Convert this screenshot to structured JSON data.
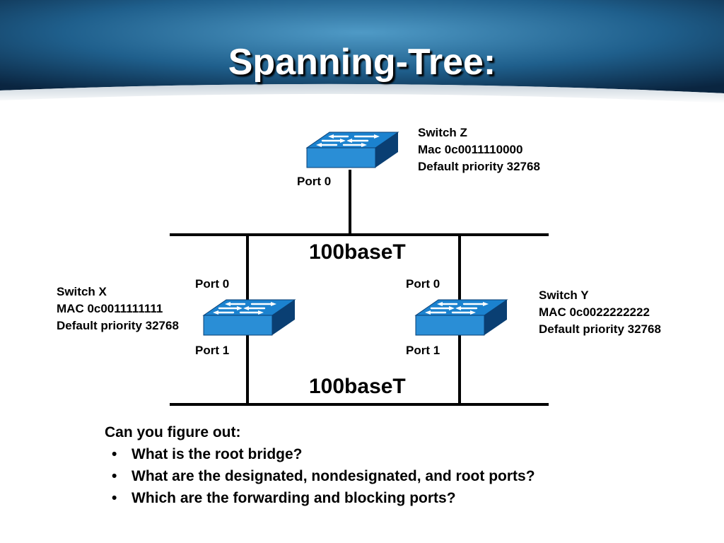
{
  "title": "Spanning-Tree:",
  "switches": {
    "z": {
      "name": "Switch Z",
      "mac": "Mac 0c0011110000",
      "priority": "Default priority 32768",
      "port_top": "Port 0"
    },
    "x": {
      "name": "Switch X",
      "mac": "MAC 0c0011111111",
      "priority": "Default priority 32768",
      "port_top": "Port 0",
      "port_bottom": "Port 1"
    },
    "y": {
      "name": "Switch Y",
      "mac": "MAC 0c0022222222",
      "priority": "Default priority 32768",
      "port_top": "Port 0",
      "port_bottom": "Port 1"
    }
  },
  "segments": {
    "top": "100baseT",
    "bottom": "100baseT"
  },
  "questions": {
    "intro": "Can you figure out:",
    "items": [
      "What is the root bridge?",
      "What are the designated, nondesignated, and root ports?",
      "Which are the forwarding and blocking ports?"
    ]
  },
  "colors": {
    "header_dark": "#0d2f4f",
    "header_light": "#4f9ac6",
    "switch_face": "#1b82cf",
    "switch_side": "#0a3f73",
    "line": "#000000"
  }
}
